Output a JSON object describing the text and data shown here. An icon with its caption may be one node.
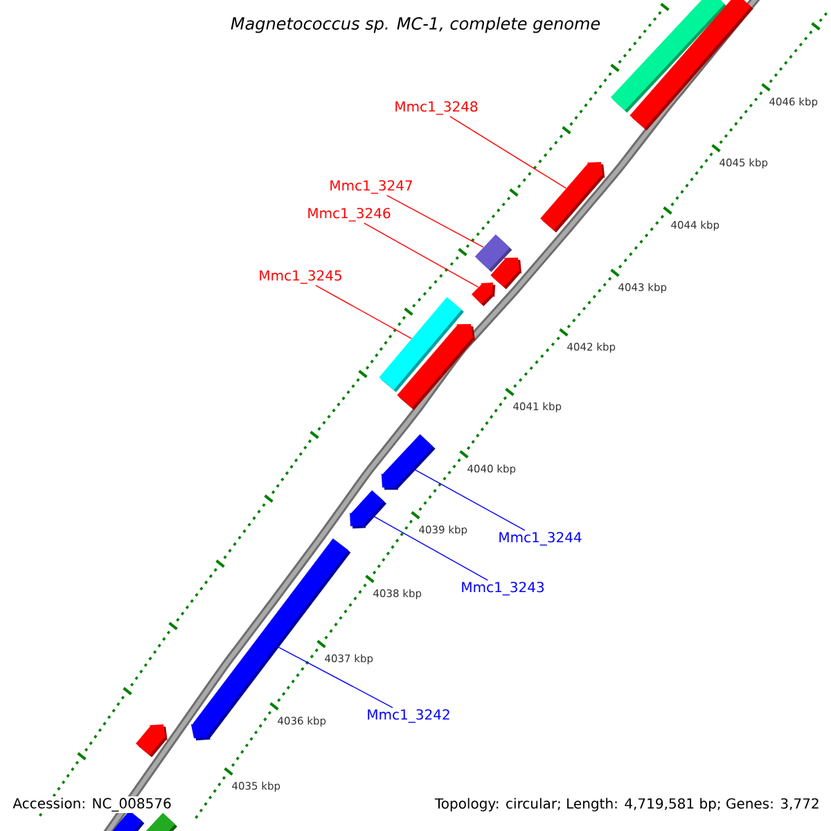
{
  "diagram": {
    "title": "Magnetococcus sp. MC-1, complete genome",
    "nodes": [
      {
        "text": [],
        "shape": "box"
      },
      {
        "text": [],
        "shape": "box"
      },
      {
        "text": [
          "Mmc1_3248"
        ]
      },
      {
        "text": [],
        "shape": "arrow"
      },
      {
        "text": [
          "Mmc1_3247"
        ]
      },
      {
        "text": [
          "Mmc1_3246"
        ]
      },
      {
        "text": [],
        "shape": "box"
      },
      {
        "text": [],
        "shape": "arrow"
      },
      {
        "text": [
          "Mmc1_3245"
        ]
      },
      {
        "text": [],
        "shape": "arrow"
      },
      {
        "text": [],
        "shape": "box"
      },
      {
        "text": [],
        "shape": "arrow"
      },
      {
        "text": [],
        "shape": "arrow"
      },
      {
        "text": [
          "Mmc1_3244"
        ]
      },
      {
        "text": [],
        "shape": "arrow"
      },
      {
        "text": [
          "Mmc1_3243"
        ]
      },
      {
        "text": [],
        "shape": "arrow"
      },
      {
        "text": [
          "Mmc1_3242"
        ]
      },
      {
        "text": [],
        "shape": "arrow"
      },
      {
        "text": [],
        "shape": "box"
      },
      {
        "text": [],
        "shape": "box"
      }
    ],
    "edges": [
      {
        "from": 2,
        "to": 3,
        "arrow": "none",
        "color": "#ff0000"
      },
      {
        "from": 4,
        "to": 6,
        "arrow": "none",
        "color": "#ff0000"
      },
      {
        "from": 5,
        "to": 9,
        "arrow": "none",
        "color": "#ff0000"
      },
      {
        "from": 8,
        "to": 10,
        "arrow": "none",
        "color": "#ff0000"
      },
      {
        "from": 13,
        "to": 12,
        "arrow": "none",
        "color": "#0000ff"
      },
      {
        "from": 15,
        "to": 14,
        "arrow": "none",
        "color": "#0000ff"
      },
      {
        "from": 17,
        "to": 16,
        "arrow": "none",
        "color": "#0000ff"
      }
    ],
    "labels": [
      "4046 kbp",
      "4045 kbp",
      "4044 kbp",
      "4043 kbp",
      "4042 kbp",
      "4041 kbp",
      "4040 kbp",
      "4039 kbp",
      "4038 kbp",
      "4037 kbp",
      "4036 kbp",
      "4035 kbp",
      "Accession: NC_008576",
      "Topology: circular; Length: 4,719,581 bp; Genes: 3,772"
    ]
  }
}
